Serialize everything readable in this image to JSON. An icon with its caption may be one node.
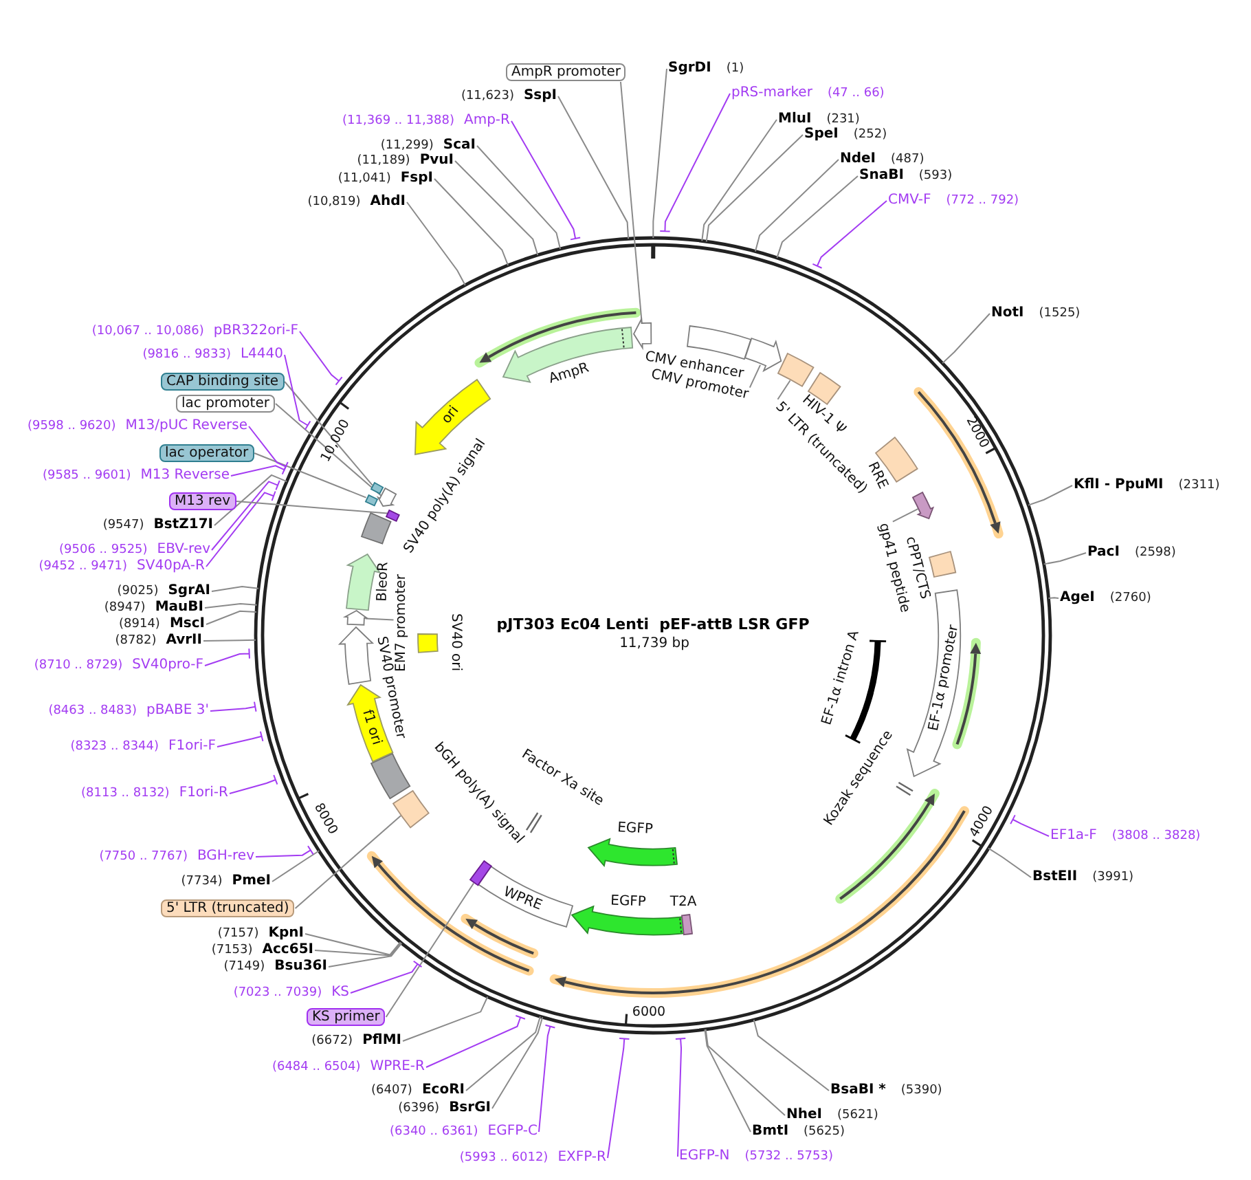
{
  "diagram": {
    "title": "pJT303 Ec04 Lenti  pEF-attB LSR GFP",
    "nodes": [
      {
        "text": [
          "SgrDI"
        ],
        "beside": [
          "(1)"
        ]
      },
      {
        "text": [
          "pRS-marker"
        ],
        "beside": [
          "(47 .. 66)"
        ]
      },
      {
        "text": [
          "MluI"
        ],
        "beside": [
          "(231)"
        ]
      },
      {
        "text": [
          "SpeI"
        ],
        "beside": [
          "(252)"
        ]
      },
      {
        "text": [
          "NdeI"
        ],
        "beside": [
          "(487)"
        ]
      },
      {
        "text": [
          "SnaBI"
        ],
        "beside": [
          "(593)"
        ]
      },
      {
        "text": [
          "CMV-F"
        ],
        "beside": [
          "(772 .. 792)"
        ]
      },
      {
        "text": [
          "NotI"
        ],
        "beside": [
          "(1525)"
        ]
      },
      {
        "text": [
          "KflI - PpuMI"
        ],
        "beside": [
          "(2311)"
        ]
      },
      {
        "text": [
          "PacI"
        ],
        "beside": [
          "(2598)"
        ]
      },
      {
        "text": [
          "AgeI"
        ],
        "beside": [
          "(2760)"
        ]
      },
      {
        "text": [
          "EF1a-F"
        ],
        "beside": [
          "(3808 .. 3828)"
        ]
      },
      {
        "text": [
          "BstEII"
        ],
        "beside": [
          "(3991)"
        ]
      },
      {
        "text": [
          "BsaBI *"
        ],
        "beside": [
          "(5390)"
        ]
      },
      {
        "text": [
          "NheI"
        ],
        "beside": [
          "(5621)"
        ]
      },
      {
        "text": [
          "BmtI"
        ],
        "beside": [
          "(5625)"
        ]
      },
      {
        "text": [
          "EGFP-N"
        ],
        "beside": [
          "(5732 .. 5753)"
        ]
      },
      {
        "text": [
          "EXFP-R"
        ],
        "beside": [
          "(5993 .. 6012)"
        ]
      },
      {
        "text": [
          "EGFP-C"
        ],
        "beside": [
          "(6340 .. 6361)"
        ]
      },
      {
        "text": [
          "BsrGI"
        ],
        "beside": [
          "(6396)"
        ]
      },
      {
        "text": [
          "EcoRI"
        ],
        "beside": [
          "(6407)"
        ]
      },
      {
        "text": [
          "WPRE-R"
        ],
        "beside": [
          "(6484 .. 6504)"
        ]
      },
      {
        "text": [
          "PflMI"
        ],
        "beside": [
          "(6672)"
        ]
      },
      {
        "text": [
          "KS primer"
        ]
      },
      {
        "text": [
          "KS"
        ],
        "beside": [
          "(7023 .. 7039)"
        ]
      },
      {
        "text": [
          "Bsu36I"
        ],
        "beside": [
          "(7149)"
        ]
      },
      {
        "text": [
          "Acc65I"
        ],
        "beside": [
          "(7153)"
        ]
      },
      {
        "text": [
          "KpnI"
        ],
        "beside": [
          "(7157)"
        ]
      },
      {
        "text": [
          "5' LTR (truncated)"
        ]
      },
      {
        "text": [
          "PmeI"
        ],
        "beside": [
          "(7734)"
        ]
      },
      {
        "text": [
          "BGH-rev"
        ],
        "beside": [
          "(7750 .. 7767)"
        ]
      },
      {
        "text": [
          "F1ori-R"
        ],
        "beside": [
          "(8113 .. 8132)"
        ]
      },
      {
        "text": [
          "F1ori-F"
        ],
        "beside": [
          "(8323 .. 8344)"
        ]
      },
      {
        "text": [
          "pBABE 3'"
        ],
        "beside": [
          "(8463 .. 8483)"
        ]
      },
      {
        "text": [
          "SV40pro-F"
        ],
        "beside": [
          "(8710 .. 8729)"
        ]
      },
      {
        "text": [
          "AvrII"
        ],
        "beside": [
          "(8782)"
        ]
      },
      {
        "text": [
          "MscI"
        ],
        "beside": [
          "(8914)"
        ]
      },
      {
        "text": [
          "MauBI"
        ],
        "beside": [
          "(8947)"
        ]
      },
      {
        "text": [
          "SgrAI"
        ],
        "beside": [
          "(9025)"
        ]
      },
      {
        "text": [
          "SV40pA-R"
        ],
        "beside": [
          "(9452 .. 9471)"
        ]
      },
      {
        "text": [
          "EBV-rev"
        ],
        "beside": [
          "(9506 .. 9525)"
        ]
      },
      {
        "text": [
          "BstZ17I"
        ],
        "beside": [
          "(9547)"
        ]
      },
      {
        "text": [
          "M13 rev"
        ]
      },
      {
        "text": [
          "M13 Reverse"
        ],
        "beside": [
          "(9585 .. 9601)"
        ]
      },
      {
        "text": [
          "lac operator"
        ]
      },
      {
        "text": [
          "M13/pUC Reverse"
        ],
        "beside": [
          "(9598 .. 9620)"
        ]
      },
      {
        "text": [
          "lac promoter"
        ]
      },
      {
        "text": [
          "CAP binding site"
        ]
      },
      {
        "text": [
          "L4440"
        ],
        "beside": [
          "(9816 .. 9833)"
        ]
      },
      {
        "text": [
          "pBR322ori-F"
        ],
        "beside": [
          "(10,067 .. 10,086)"
        ]
      },
      {
        "text": [
          "AhdI"
        ],
        "beside": [
          "(10,819)"
        ]
      },
      {
        "text": [
          "FspI"
        ],
        "beside": [
          "(11,041)"
        ]
      },
      {
        "text": [
          "PvuI"
        ],
        "beside": [
          "(11,189)"
        ]
      },
      {
        "text": [
          "ScaI"
        ],
        "beside": [
          "(11,299)"
        ]
      },
      {
        "text": [
          "Amp-R"
        ],
        "beside": [
          "(11,369 .. 11,388)"
        ]
      },
      {
        "text": [
          "SspI"
        ],
        "beside": [
          "(11,623)"
        ]
      },
      {
        "text": [
          "AmpR promoter"
        ]
      },
      {
        "text": [
          "CMV enhancer"
        ]
      },
      {
        "text": [
          "CMV promoter"
        ]
      },
      {
        "text": [
          "5' LTR (truncated)"
        ]
      },
      {
        "text": [
          "HIV-1 Ψ"
        ]
      },
      {
        "text": [
          "RRE"
        ]
      },
      {
        "text": [
          "gp41 peptide"
        ]
      },
      {
        "text": [
          "cPPT/CTS"
        ]
      },
      {
        "text": [
          "EF-1α promoter"
        ]
      },
      {
        "text": [
          "EF-1α intron A"
        ]
      },
      {
        "text": [
          "Kozak sequence"
        ]
      },
      {
        "text": [
          "EGFP"
        ]
      },
      {
        "text": [
          "EGFP"
        ]
      },
      {
        "text": [
          "T2A"
        ]
      },
      {
        "text": [
          "WPRE"
        ]
      },
      {
        "text": [],
        "shape": "box"
      },
      {
        "text": [
          "Factor Xa site"
        ]
      },
      {
        "text": [],
        "shape": "box"
      },
      {
        "text": [
          "bGH poly(A) signal"
        ]
      },
      {
        "text": [
          "f1 ori"
        ]
      },
      {
        "text": [
          "SV40 promoter"
        ]
      },
      {
        "text": [
          "SV40 ori"
        ]
      },
      {
        "text": [
          "EM7 promoter"
        ]
      },
      {
        "text": [
          "BleoR"
        ]
      },
      {
        "text": [
          "SV40 poly(A) signal"
        ]
      },
      {
        "text": [],
        "shape": "box"
      },
      {
        "text": [],
        "shape": "box"
      },
      {
        "text": [],
        "shape": "arrow"
      },
      {
        "text": [],
        "shape": "box"
      },
      {
        "text": [
          "ori"
        ]
      },
      {
        "text": [
          "AmpR"
        ]
      },
      {
        "text": [],
        "shape": "arrow"
      },
      {
        "text": [],
        "shape": "arrow"
      },
      {
        "text": [],
        "shape": "box"
      },
      {
        "text": [],
        "shape": "arrow"
      },
      {
        "text": [],
        "shape": "arrow"
      }
    ],
    "edges": [
      {
        "from": 0,
        "to": null,
        "arrow": "none"
      },
      {
        "from": 1,
        "to": null,
        "arrow": "none",
        "color": "#a33cf2"
      },
      {
        "from": 2,
        "to": null,
        "arrow": "none"
      },
      {
        "from": 3,
        "to": null,
        "arrow": "none"
      },
      {
        "from": 4,
        "to": null,
        "arrow": "none"
      },
      {
        "from": 5,
        "to": null,
        "arrow": "none"
      },
      {
        "from": 6,
        "to": null,
        "arrow": "none",
        "color": "#a33cf2"
      },
      {
        "from": 7,
        "to": null,
        "arrow": "none"
      },
      {
        "from": 8,
        "to": null,
        "arrow": "none"
      },
      {
        "from": 9,
        "to": null,
        "arrow": "none"
      },
      {
        "from": 10,
        "to": null,
        "arrow": "none"
      },
      {
        "from": 11,
        "to": null,
        "arrow": "none",
        "color": "#a33cf2"
      },
      {
        "from": 12,
        "to": null,
        "arrow": "none"
      },
      {
        "from": 13,
        "to": null,
        "arrow": "none"
      },
      {
        "from": 14,
        "to": null,
        "arrow": "none"
      },
      {
        "from": 15,
        "to": null,
        "arrow": "none"
      },
      {
        "from": 16,
        "to": null,
        "arrow": "none",
        "color": "#a33cf2"
      },
      {
        "from": 17,
        "to": null,
        "arrow": "none",
        "color": "#a33cf2"
      },
      {
        "from": 18,
        "to": null,
        "arrow": "none",
        "color": "#a33cf2"
      },
      {
        "from": 19,
        "to": null,
        "arrow": "none"
      },
      {
        "from": 20,
        "to": null,
        "arrow": "none"
      },
      {
        "from": 21,
        "to": null,
        "arrow": "none",
        "color": "#a33cf2"
      },
      {
        "from": 22,
        "to": null,
        "arrow": "none"
      },
      {
        "from": 23,
        "to": 71,
        "arrow": "none"
      },
      {
        "from": 24,
        "to": null,
        "arrow": "none",
        "color": "#a33cf2"
      },
      {
        "from": 25,
        "to": null,
        "arrow": "none"
      },
      {
        "from": 26,
        "to": null,
        "arrow": "none"
      },
      {
        "from": 27,
        "to": null,
        "arrow": "none"
      },
      {
        "from": 28,
        "to": 73,
        "arrow": "none"
      },
      {
        "from": 29,
        "to": null,
        "arrow": "none"
      },
      {
        "from": 30,
        "to": null,
        "arrow": "none",
        "color": "#a33cf2"
      },
      {
        "from": 31,
        "to": null,
        "arrow": "none",
        "color": "#a33cf2"
      },
      {
        "from": 32,
        "to": null,
        "arrow": "none",
        "color": "#a33cf2"
      },
      {
        "from": 33,
        "to": null,
        "arrow": "none",
        "color": "#a33cf2"
      },
      {
        "from": 34,
        "to": null,
        "arrow": "none",
        "color": "#a33cf2"
      },
      {
        "from": 35,
        "to": null,
        "arrow": "none"
      },
      {
        "from": 36,
        "to": null,
        "arrow": "none"
      },
      {
        "from": 37,
        "to": null,
        "arrow": "none"
      },
      {
        "from": 38,
        "to": null,
        "arrow": "none"
      },
      {
        "from": 39,
        "to": null,
        "arrow": "none",
        "color": "#a33cf2"
      },
      {
        "from": 40,
        "to": null,
        "arrow": "none",
        "color": "#a33cf2"
      },
      {
        "from": 41,
        "to": null,
        "arrow": "none"
      },
      {
        "from": 42,
        "to": 81,
        "arrow": "none"
      },
      {
        "from": 43,
        "to": null,
        "arrow": "none",
        "color": "#a33cf2"
      },
      {
        "from": 44,
        "to": 82,
        "arrow": "none"
      },
      {
        "from": 45,
        "to": null,
        "arrow": "none",
        "color": "#a33cf2"
      },
      {
        "from": 46,
        "to": 83,
        "arrow": "none"
      },
      {
        "from": 47,
        "to": 84,
        "arrow": "none"
      },
      {
        "from": 48,
        "to": null,
        "arrow": "none",
        "color": "#a33cf2"
      },
      {
        "from": 49,
        "to": null,
        "arrow": "none",
        "color": "#a33cf2"
      },
      {
        "from": 50,
        "to": null,
        "arrow": "none"
      },
      {
        "from": 51,
        "to": null,
        "arrow": "none"
      },
      {
        "from": 52,
        "to": null,
        "arrow": "none"
      },
      {
        "from": 53,
        "to": null,
        "arrow": "none"
      },
      {
        "from": 54,
        "to": null,
        "arrow": "none",
        "color": "#a33cf2"
      },
      {
        "from": 55,
        "to": null,
        "arrow": "none"
      },
      {
        "from": 56,
        "to": 87,
        "arrow": "none"
      },
      {
        "from": 58,
        "to": 88,
        "arrow": "none"
      },
      {
        "from": 59,
        "to": 89,
        "arrow": "none"
      },
      {
        "from": 62,
        "to": 90,
        "arrow": "none"
      },
      {
        "from": 78,
        "to": 91,
        "arrow": "none"
      }
    ],
    "labels": [
      "11,739 bp",
      "2000",
      "4000",
      "6000",
      "8000",
      "10,000"
    ]
  }
}
